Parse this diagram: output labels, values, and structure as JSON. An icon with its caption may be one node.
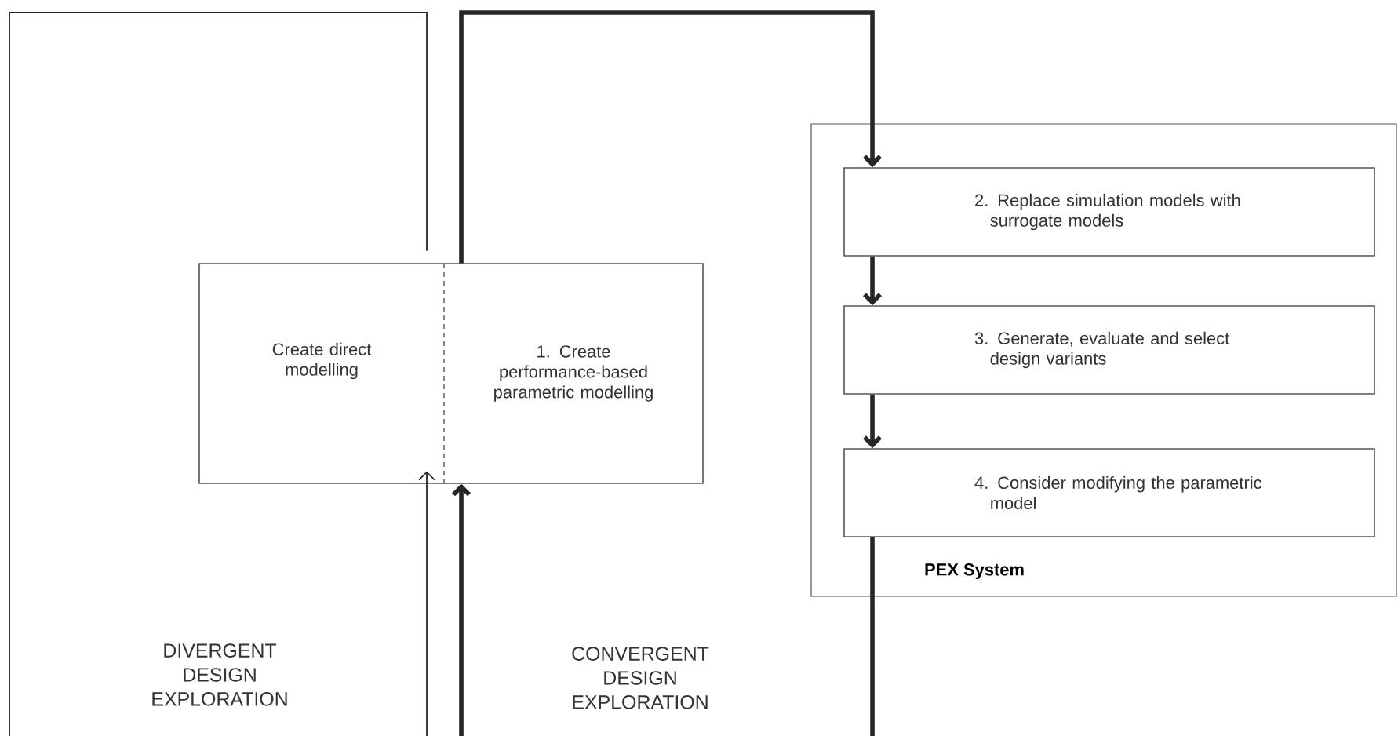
{
  "diagram": {
    "nodes": [
      {
        "text": [
          "Create direct modelling"
        ]
      },
      {
        "text": [
          "1. Create performance-based parametric modelling"
        ]
      },
      {
        "text": [
          "PEX System"
        ]
      },
      {
        "text": [
          "2. Replace simulation models with surrogate models"
        ],
        "in": 2
      },
      {
        "text": [
          "3. Generate, evaluate and select design variants"
        ],
        "in": 2
      },
      {
        "text": [
          "4. Consider modifying the parametric model"
        ],
        "in": 2
      }
    ],
    "edges": [
      {
        "from": 0,
        "to": null,
        "arrow": "none"
      },
      {
        "from": null,
        "to": 0,
        "arrow": "to"
      },
      {
        "from": 1,
        "to": 3,
        "arrow": "to"
      },
      {
        "from": 3,
        "to": 4,
        "arrow": "to"
      },
      {
        "from": 4,
        "to": 5,
        "arrow": "to"
      },
      {
        "from": 5,
        "to": null,
        "arrow": "none"
      },
      {
        "from": null,
        "to": 1,
        "arrow": "to"
      }
    ],
    "labels": [
      "DIVERGENT DESIGN EXPLORATION",
      "CONVERGENT DESIGN EXPLORATION"
    ]
  }
}
